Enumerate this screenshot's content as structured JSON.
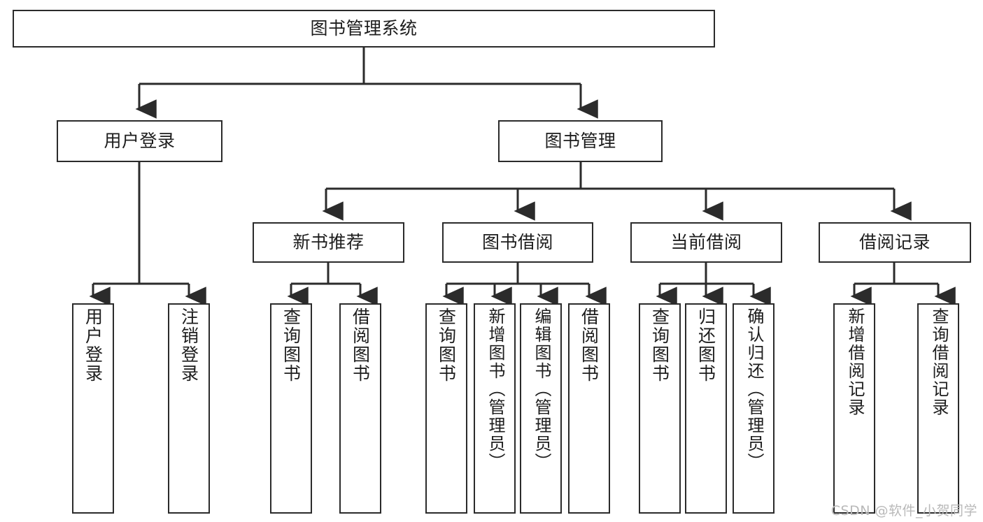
{
  "diagram": {
    "title": "图书管理系统",
    "type": "tree-hierarchy-chart",
    "watermark": "CSDN @软件_小贺同学",
    "colors": {
      "stroke": "#2b2b2b",
      "fill": "#ffffff",
      "text": "#1d1d1d",
      "watermark": "#b9b9b9"
    }
  },
  "nodes": {
    "root": {
      "label": "图书管理系统"
    },
    "level2": [
      {
        "label": "用户登录"
      },
      {
        "label": "图书管理"
      }
    ],
    "level3": [
      {
        "label": "新书推荐"
      },
      {
        "label": "图书借阅"
      },
      {
        "label": "当前借阅"
      },
      {
        "label": "借阅记录"
      }
    ],
    "leaves": {
      "user_login": [
        {
          "label": "用户登录"
        },
        {
          "label": "注销登录"
        }
      ],
      "new_book_recommend": [
        {
          "label": "查询图书"
        },
        {
          "label": "借阅图书"
        }
      ],
      "book_borrow": [
        {
          "label": "查询图书"
        },
        {
          "label": "新增图书（管理员）"
        },
        {
          "label": "编辑图书（管理员）"
        },
        {
          "label": "借阅图书"
        }
      ],
      "current_borrow": [
        {
          "label": "查询图书"
        },
        {
          "label": "归还图书"
        },
        {
          "label": "确认归还（管理员）"
        }
      ],
      "borrow_record": [
        {
          "label": "新增借阅记录"
        },
        {
          "label": "查询借阅记录"
        }
      ]
    }
  }
}
